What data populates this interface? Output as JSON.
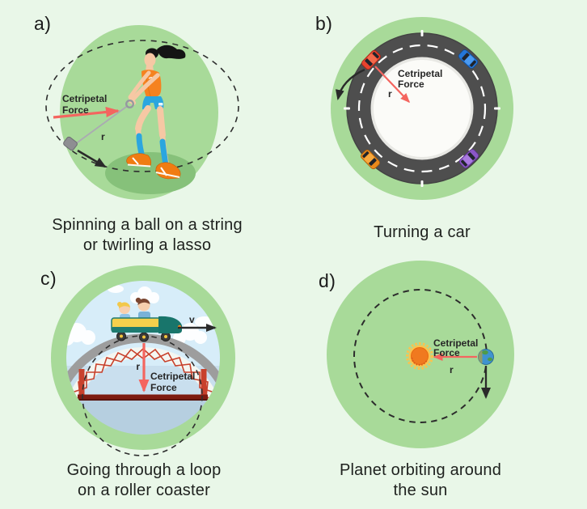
{
  "panels": {
    "a": {
      "label": "a)",
      "caption_lines": [
        "Spinning a ball on a string",
        "or twirling a lasso"
      ],
      "force_label_line1": "Cetripetal",
      "force_label_line2": "Force",
      "radius_label": "r"
    },
    "b": {
      "label": "b)",
      "caption_lines": [
        "Turning a car"
      ],
      "force_label_line1": "Cetripetal",
      "force_label_line2": "Force",
      "radius_label": "r"
    },
    "c": {
      "label": "c)",
      "caption_lines": [
        "Going through a loop",
        "on a roller coaster"
      ],
      "force_label_line1": "Cetripetal",
      "force_label_line2": "Force",
      "radius_label": "r",
      "velocity_label": "v"
    },
    "d": {
      "label": "d)",
      "caption_lines": [
        "Planet orbiting around",
        "the sun"
      ],
      "force_label_line1": "Cetripetal",
      "force_label_line2": "Force",
      "radius_label": "r"
    }
  },
  "colors": {
    "page_background": "#e9f7e8",
    "panel_circle_green": "#a8da99",
    "shadow_green": "#86c17a",
    "force_arrow_red": "#f4655f",
    "velocity_arrow_black": "#2a2a2a",
    "road_gray": "#4e4e4e",
    "road_marking_white": "#ffffff",
    "sky_blue": "#d7edf9",
    "bridge_deck_red": "#7e1b10",
    "bridge_lattice_red": "#c8412c",
    "sun_core_orange": "#f0791f",
    "sun_glow_yellow": "#fcc24d",
    "earth_blue": "#3f93cf",
    "label_text": "#262626"
  }
}
